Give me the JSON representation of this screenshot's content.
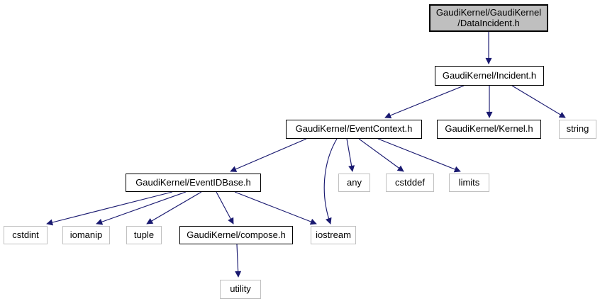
{
  "diagram": {
    "type": "include-dependency-graph",
    "colors": {
      "edge": "#191970",
      "internal_border": "#000000",
      "external_border": "#c0c0c0",
      "main_fill": "#bfbfbf",
      "node_fill": "#ffffff",
      "text": "#000000",
      "background": "#ffffff"
    },
    "nodes": {
      "data_incident": {
        "label": "GaudiKernel/GaudiKernel\n/DataIncident.h",
        "type": "main"
      },
      "incident": {
        "label": "GaudiKernel/Incident.h",
        "type": "internal"
      },
      "event_context": {
        "label": "GaudiKernel/EventContext.h",
        "type": "internal"
      },
      "kernel": {
        "label": "GaudiKernel/Kernel.h",
        "type": "internal"
      },
      "string": {
        "label": "string",
        "type": "external"
      },
      "event_id_base": {
        "label": "GaudiKernel/EventIDBase.h",
        "type": "internal"
      },
      "any": {
        "label": "any",
        "type": "external"
      },
      "cstddef": {
        "label": "cstddef",
        "type": "external"
      },
      "limits": {
        "label": "limits",
        "type": "external"
      },
      "cstdint": {
        "label": "cstdint",
        "type": "external"
      },
      "iomanip": {
        "label": "iomanip",
        "type": "external"
      },
      "tuple": {
        "label": "tuple",
        "type": "external"
      },
      "compose": {
        "label": "GaudiKernel/compose.h",
        "type": "internal"
      },
      "iostream": {
        "label": "iostream",
        "type": "external"
      },
      "utility": {
        "label": "utility",
        "type": "external"
      }
    },
    "edges": [
      {
        "from": "data_incident",
        "to": "incident"
      },
      {
        "from": "incident",
        "to": "event_context"
      },
      {
        "from": "incident",
        "to": "kernel"
      },
      {
        "from": "incident",
        "to": "string"
      },
      {
        "from": "event_context",
        "to": "event_id_base"
      },
      {
        "from": "event_context",
        "to": "iostream"
      },
      {
        "from": "event_context",
        "to": "any"
      },
      {
        "from": "event_context",
        "to": "cstddef"
      },
      {
        "from": "event_context",
        "to": "limits"
      },
      {
        "from": "event_id_base",
        "to": "cstdint"
      },
      {
        "from": "event_id_base",
        "to": "iomanip"
      },
      {
        "from": "event_id_base",
        "to": "tuple"
      },
      {
        "from": "event_id_base",
        "to": "compose"
      },
      {
        "from": "event_id_base",
        "to": "iostream"
      },
      {
        "from": "compose",
        "to": "utility"
      }
    ]
  }
}
